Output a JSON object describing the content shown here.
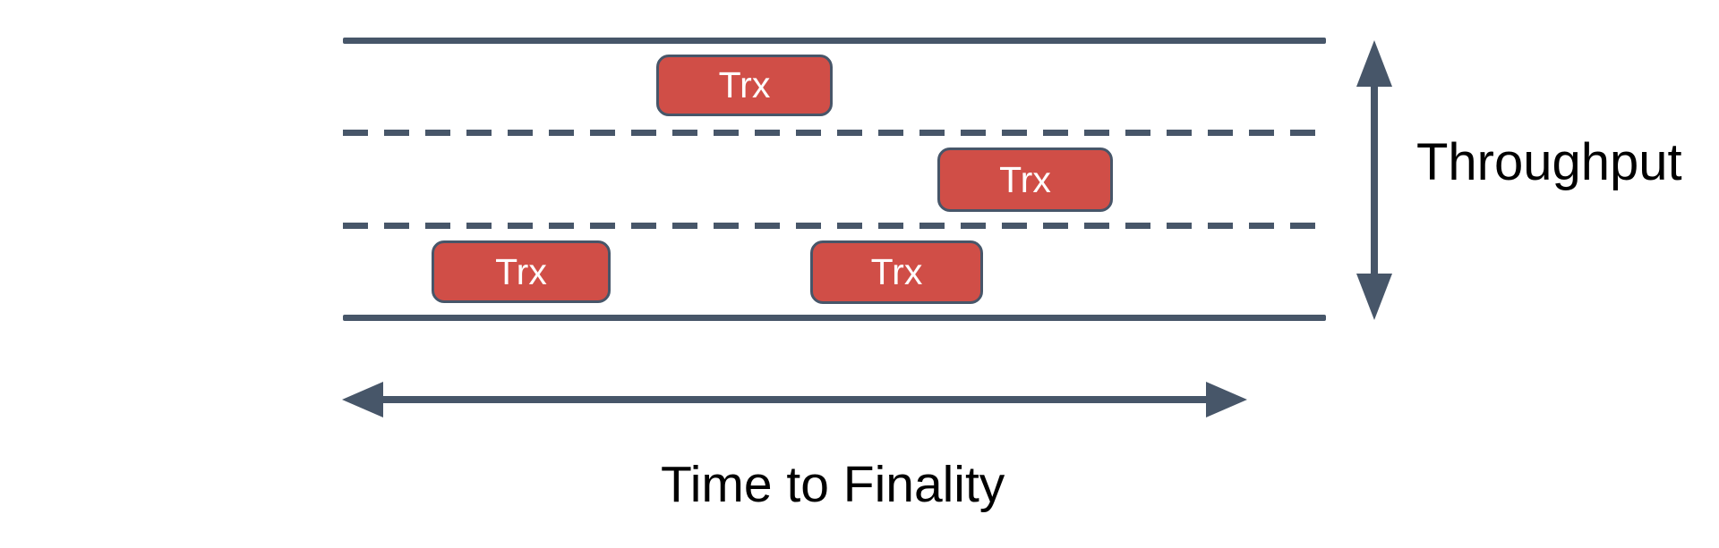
{
  "diagram": {
    "description": "Road-lane metaphor diagram: transactions in three lanes, throughput vs time to finality",
    "lanes": 3,
    "transactions": [
      {
        "label": "Trx",
        "lane": 1
      },
      {
        "label": "Trx",
        "lane": 2
      },
      {
        "label": "Trx",
        "lane": 3
      },
      {
        "label": "Trx",
        "lane": 3
      }
    ],
    "axis_labels": {
      "vertical": "Throughput",
      "horizontal": "Time to Finality"
    },
    "colors": {
      "line": "#475669",
      "transaction_fill": "#D04E47",
      "transaction_border": "#475669",
      "transaction_text": "#FFFFFF",
      "label_text": "#000000",
      "canvas_bg": "#FFFFFF"
    }
  }
}
